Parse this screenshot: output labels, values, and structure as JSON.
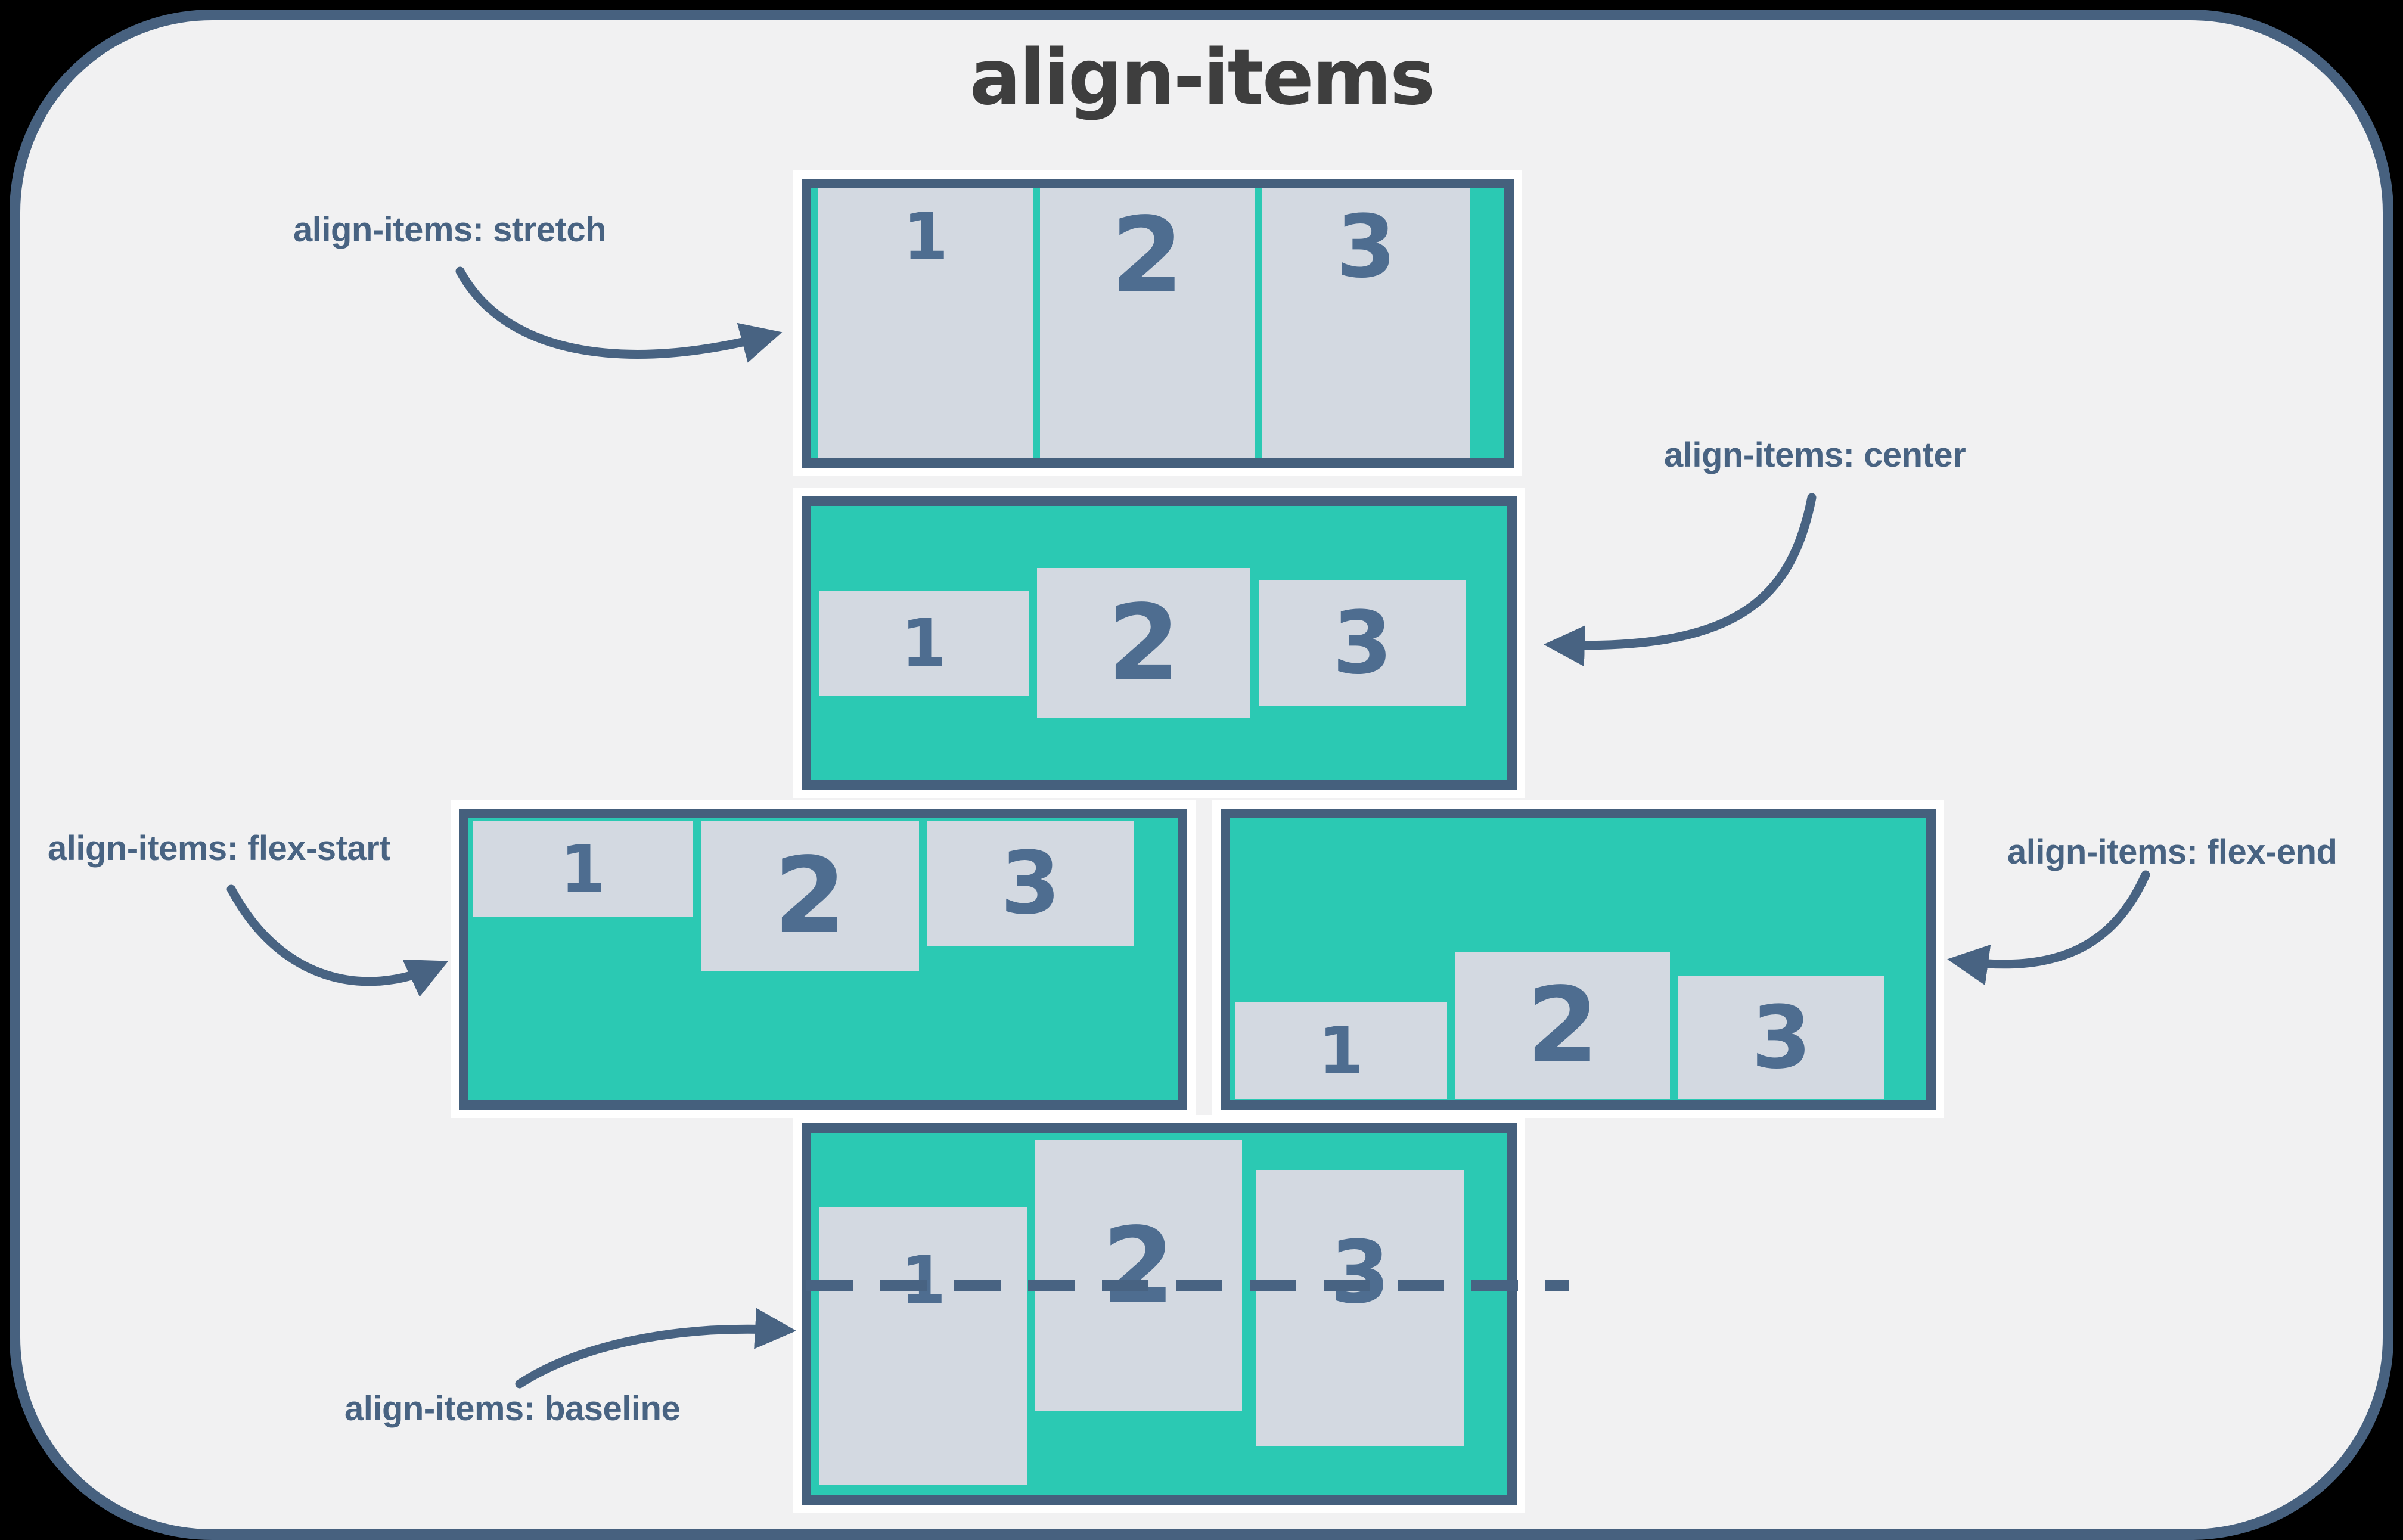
{
  "title": "align-items",
  "colors": {
    "background": "#000000",
    "board_fill": "#f1f1f2",
    "board_border": "#47617f",
    "container_fill": "#2bc9b3",
    "container_border": "#45607d",
    "item_fill": "#d3d9e1",
    "number_color": "#4e6d90",
    "label_color": "#486382",
    "title_color": "#3e3e3e"
  },
  "sections": [
    {
      "value": "stretch",
      "label": "align-items: stretch",
      "items": [
        "1",
        "2",
        "3"
      ]
    },
    {
      "value": "center",
      "label": "align-items: center",
      "items": [
        "1",
        "2",
        "3"
      ]
    },
    {
      "value": "flex-start",
      "label": "align-items: flex-start",
      "items": [
        "1",
        "2",
        "3"
      ]
    },
    {
      "value": "flex-end",
      "label": "align-items: flex-end",
      "items": [
        "1",
        "2",
        "3"
      ]
    },
    {
      "value": "baseline",
      "label": "align-items: baseline",
      "items": [
        "1",
        "2",
        "3"
      ]
    }
  ]
}
